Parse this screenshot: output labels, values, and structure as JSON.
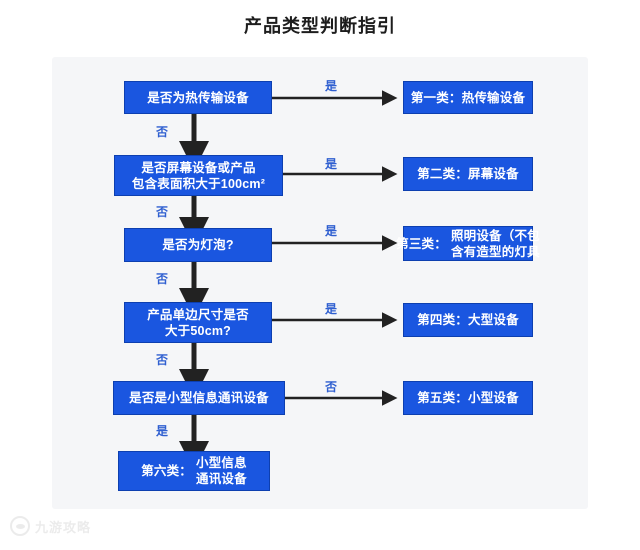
{
  "page": {
    "title": "产品类型判断指引",
    "background_color": "#ffffff",
    "panel_color": "#f5f6f8",
    "node_color": "#1a56e0",
    "node_border_color": "#0d3fb0",
    "node_text_color": "#ffffff",
    "arrow_color": "#222222",
    "label_color": "#2f5fd0"
  },
  "flow": {
    "decisions": [
      {
        "id": "d1",
        "lines": [
          "是否为热传输设备"
        ],
        "yes_label": "是",
        "no_label": "否"
      },
      {
        "id": "d2",
        "lines": [
          "是否屏幕设备或产品",
          "包含表面积大于100cm²"
        ],
        "yes_label": "是",
        "no_label": "否"
      },
      {
        "id": "d3",
        "lines": [
          "是否为灯泡?"
        ],
        "yes_label": "是",
        "no_label": "否"
      },
      {
        "id": "d4",
        "lines": [
          "产品单边尺寸是否",
          "大于50cm?"
        ],
        "yes_label": "是",
        "no_label": "否"
      },
      {
        "id": "d5",
        "lines": [
          "是否是小型信息通讯设备"
        ],
        "branch_right_label": "否",
        "branch_down_label": "是"
      }
    ],
    "results": [
      {
        "id": "r1",
        "prefix": "第一类：",
        "body_lines": [
          "热传输设备"
        ],
        "layout": "inline"
      },
      {
        "id": "r2",
        "prefix": "第二类：",
        "body_lines": [
          "屏幕设备"
        ],
        "layout": "inline"
      },
      {
        "id": "r3",
        "prefix": "第三类：",
        "body_lines": [
          "照明设备（不包",
          "含有造型的灯具"
        ],
        "layout": "split"
      },
      {
        "id": "r4",
        "prefix": "第四类：",
        "body_lines": [
          "大型设备"
        ],
        "layout": "inline"
      },
      {
        "id": "r5",
        "prefix": "第五类：",
        "body_lines": [
          "小型设备"
        ],
        "layout": "inline"
      },
      {
        "id": "r6",
        "prefix": "第六类：",
        "body_lines": [
          "小型信息",
          "通讯设备"
        ],
        "layout": "split"
      }
    ]
  },
  "watermark": {
    "text": "九游攻略"
  }
}
